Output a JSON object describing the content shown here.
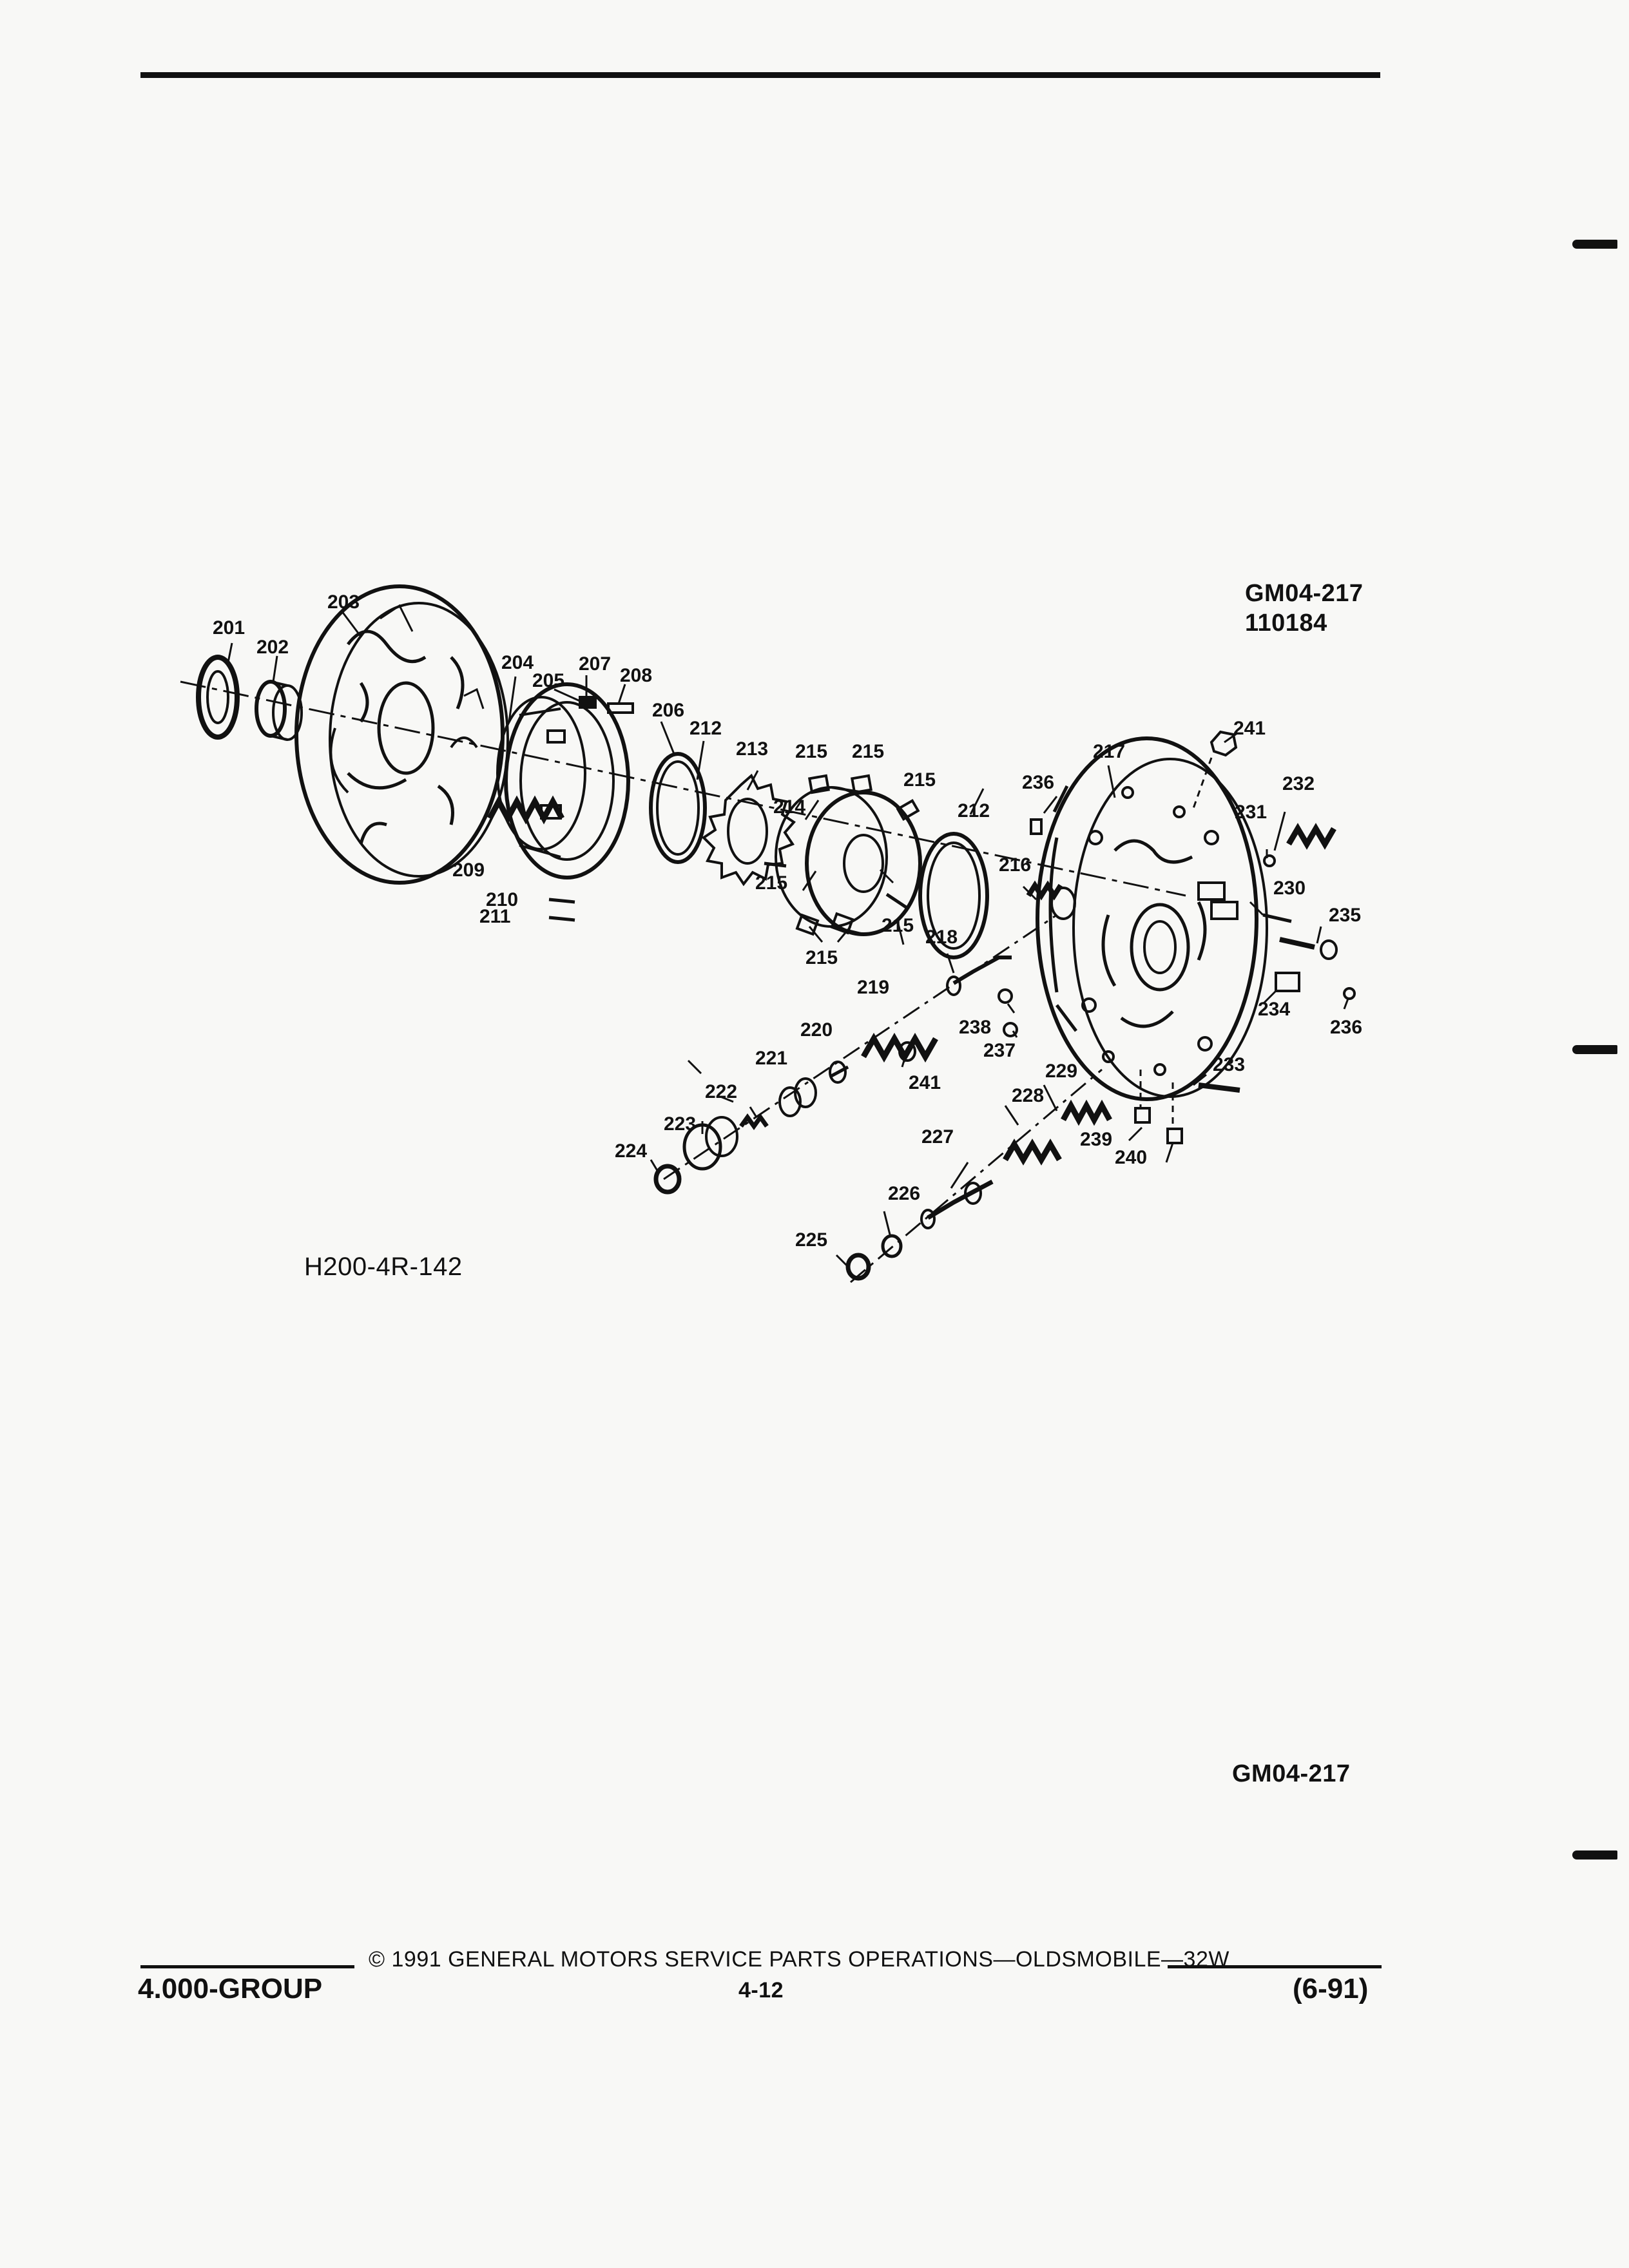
{
  "figure": {
    "code": "GM04-217",
    "date_code": "110184",
    "drawing_number": "H200-4R-142",
    "bottom_code": "GM04-217"
  },
  "callouts": [
    "201",
    "202",
    "203",
    "204",
    "205",
    "206",
    "207",
    "208",
    "209",
    "210",
    "211",
    "212",
    "213",
    "214",
    "215",
    "216",
    "217",
    "218",
    "219",
    "220",
    "221",
    "222",
    "223",
    "224",
    "225",
    "226",
    "227",
    "228",
    "229",
    "230",
    "231",
    "232",
    "233",
    "234",
    "235",
    "236",
    "237",
    "238",
    "239",
    "240",
    "241"
  ],
  "footer": {
    "copyright": "© 1991 GENERAL MOTORS SERVICE PARTS OPERATIONS—OLDSMOBILE—32W",
    "group": "4.000-GROUP",
    "page": "4-12",
    "revision": "(6-91)"
  }
}
